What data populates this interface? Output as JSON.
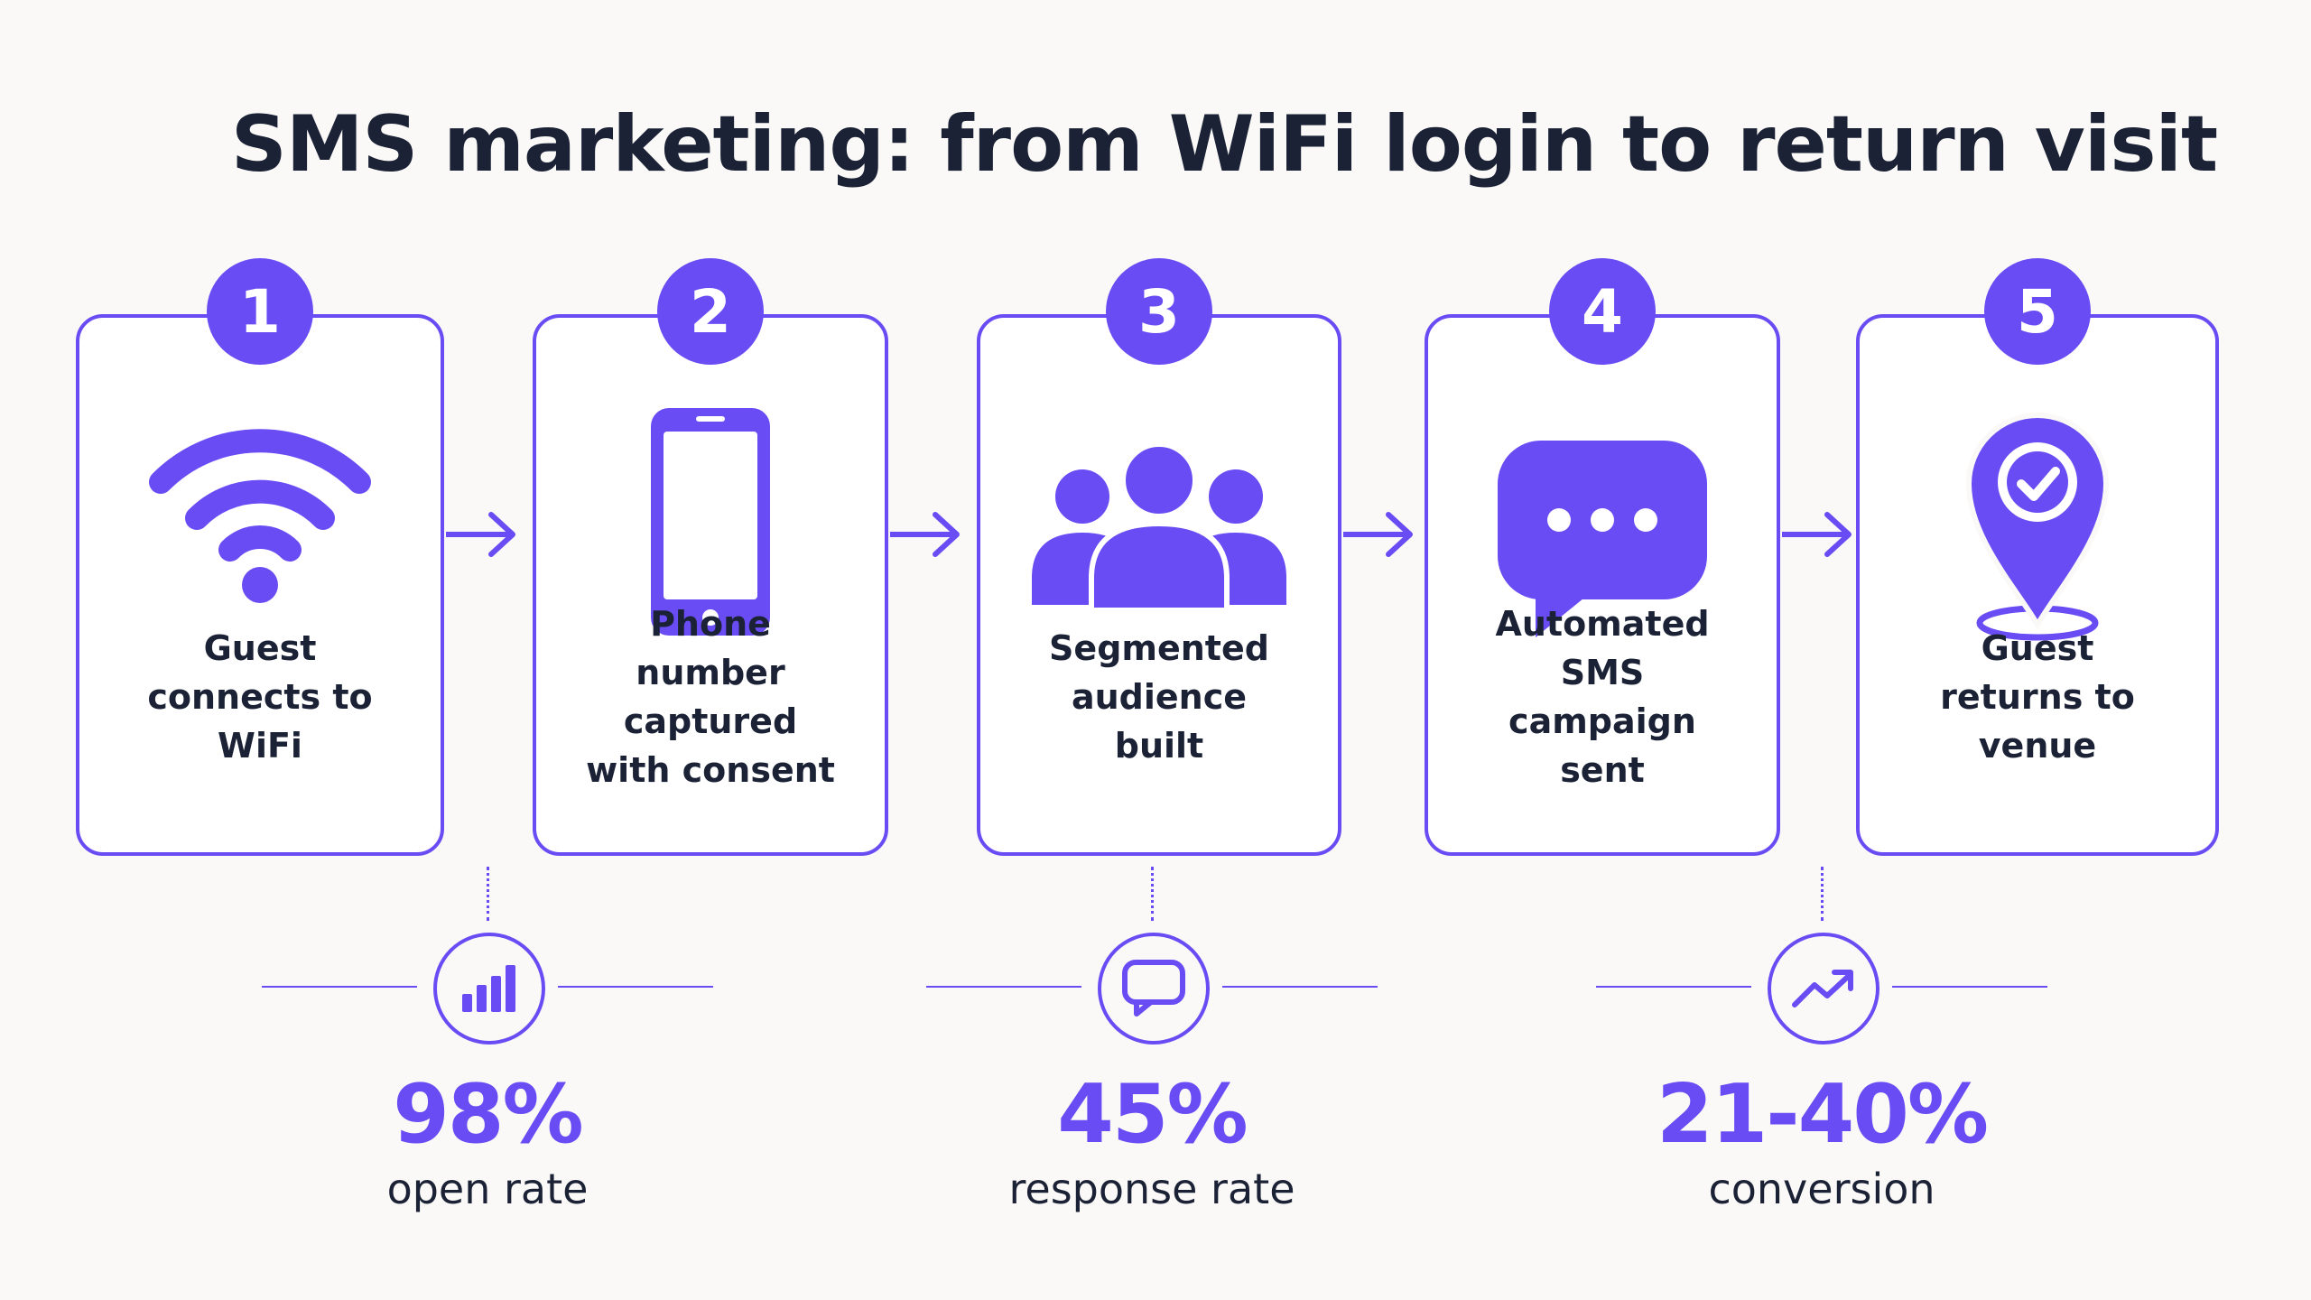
{
  "title": "SMS marketing: from WiFi login to return visit",
  "colors": {
    "accent": "#6a4cf4",
    "text": "#1b2236",
    "background": "#faf9f7"
  },
  "steps": [
    {
      "number": "1",
      "label": "Guest connects to WiFi",
      "icon": "wifi-icon"
    },
    {
      "number": "2",
      "label": "Phone number captured with consent",
      "icon": "smartphone-icon"
    },
    {
      "number": "3",
      "label": "Segmented audience built",
      "icon": "audience-group-icon"
    },
    {
      "number": "4",
      "label": "Automated SMS campaign sent",
      "icon": "chat-bubble-icon"
    },
    {
      "number": "5",
      "label": "Guest returns to venue",
      "icon": "location-check-icon"
    }
  ],
  "stats": [
    {
      "value": "98%",
      "label": "open rate",
      "icon": "bar-chart-icon"
    },
    {
      "value": "45%",
      "label": "response rate",
      "icon": "message-icon"
    },
    {
      "value": "21-40%",
      "label": "conversion",
      "icon": "trend-up-icon"
    }
  ]
}
